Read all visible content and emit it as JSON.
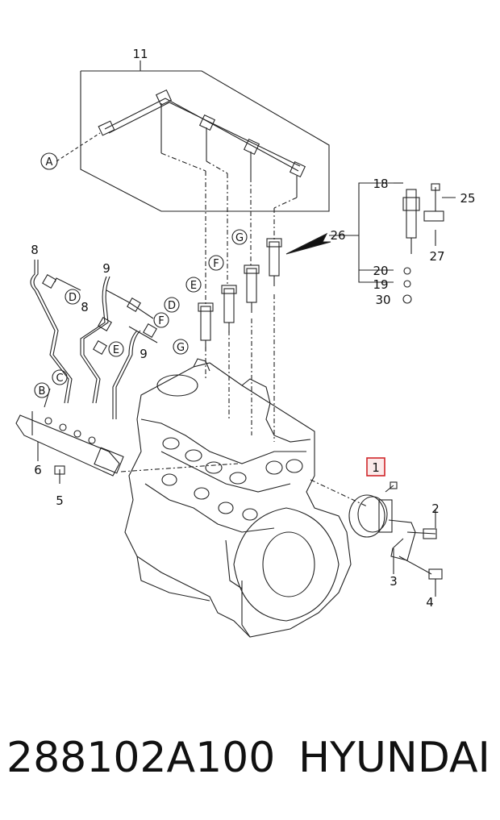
{
  "diagram": {
    "callouts": [
      "1",
      "2",
      "3",
      "4",
      "5",
      "6",
      "8",
      "8",
      "9",
      "9",
      "11",
      "18",
      "19",
      "20",
      "25",
      "26",
      "27",
      "30"
    ],
    "connector_letters": [
      "A",
      "B",
      "C",
      "D",
      "D",
      "E",
      "E",
      "F",
      "F",
      "G",
      "G"
    ],
    "highlight_color": "#d0262a"
  },
  "footer": {
    "part_number": "288102A100",
    "brand": "HYUNDAI"
  }
}
